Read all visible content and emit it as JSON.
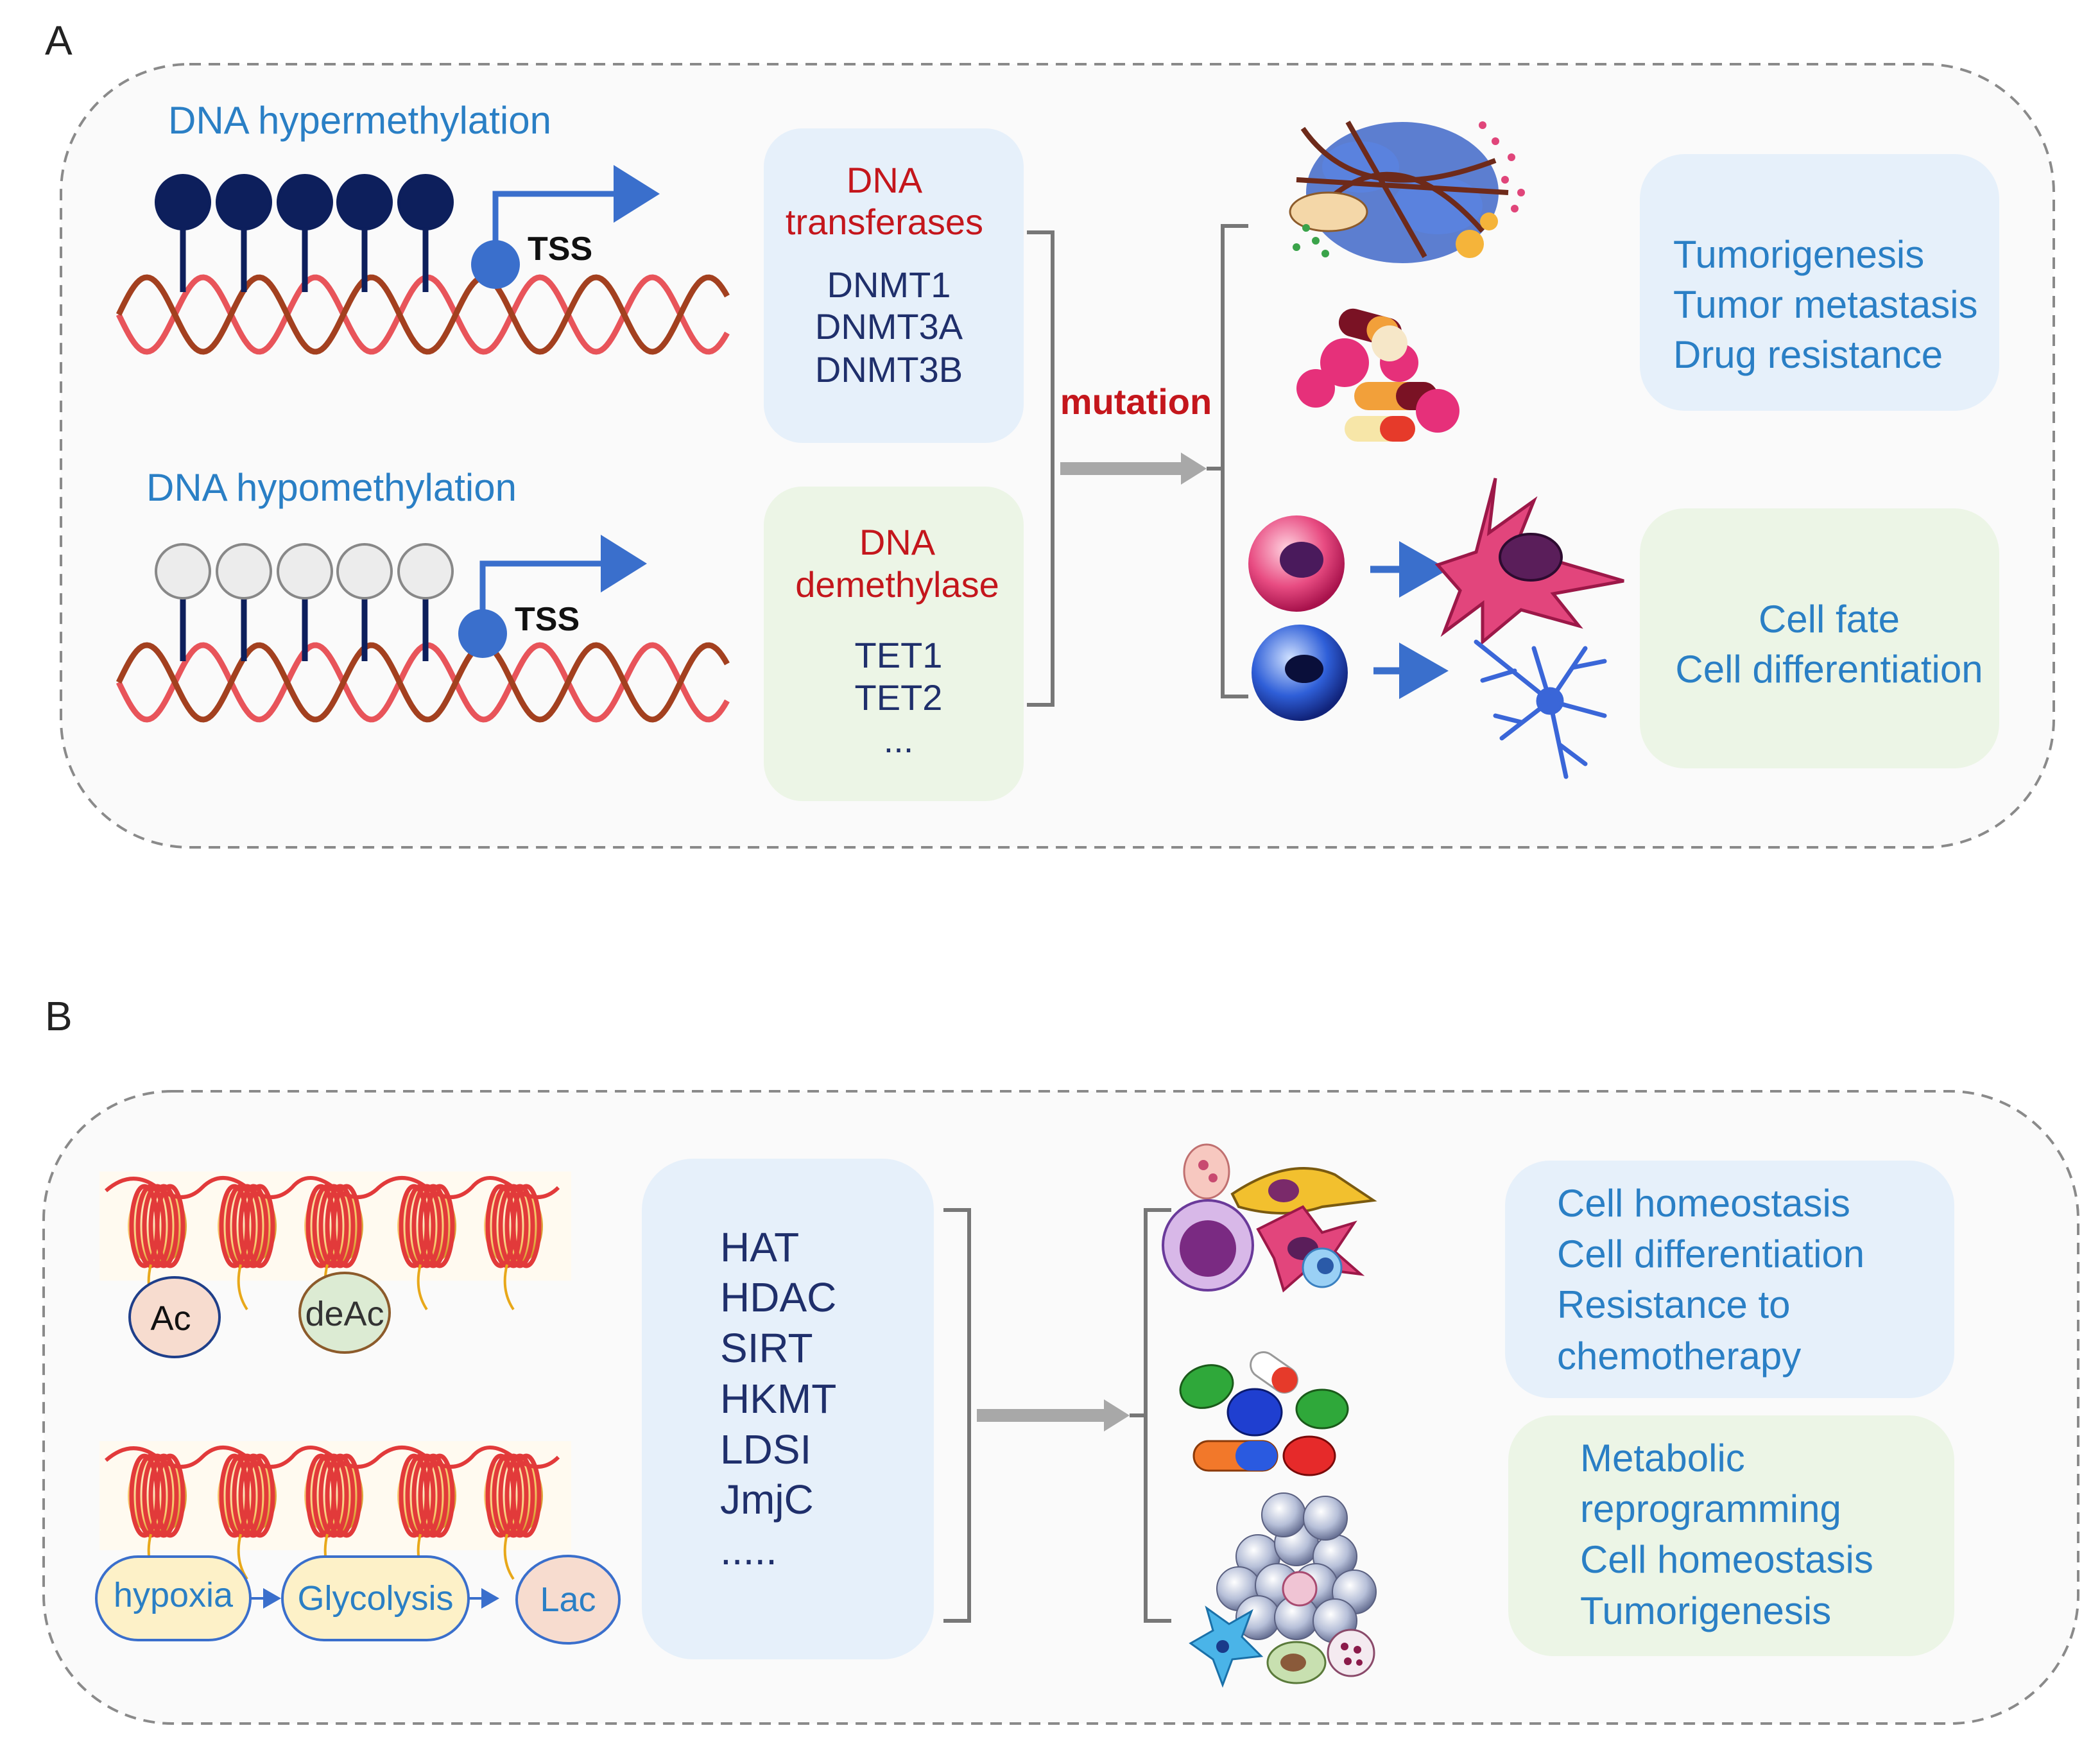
{
  "panel_a": {
    "label": "A",
    "hyper_title": "DNA hypermethylation",
    "hypo_title": "DNA hypomethylation",
    "tss_label": "TSS",
    "transferases": {
      "title_line1": "DNA",
      "title_line2": "transferases",
      "items": [
        "DNMT1",
        "DNMT3A",
        "DNMT3B"
      ]
    },
    "demethylase": {
      "title_line1": "DNA",
      "title_line2": "demethylase",
      "items": [
        "TET1",
        "TET2",
        "..."
      ]
    },
    "mutation_label": "mutation",
    "outcome_top": [
      "Tumorigenesis",
      "Tumor metastasis",
      "Drug resistance"
    ],
    "outcome_bottom": [
      "Cell fate",
      "Cell differentiation"
    ]
  },
  "panel_b": {
    "label": "B",
    "ac_label": "Ac",
    "deac_label": "deAc",
    "pathway": [
      "hypoxia",
      "Glycolysis",
      "Lac"
    ],
    "enzymes": [
      "HAT",
      "HDAC",
      "SIRT",
      "HKMT",
      "LDSI",
      "JmjC",
      "....."
    ],
    "outcome_top": [
      "Cell homeostasis",
      "Cell differentiation",
      "Resistance to",
      "chemotherapy"
    ],
    "outcome_bottom": [
      "Metabolic",
      "reprogramming",
      "Cell homeostasis",
      "Tumorigenesis"
    ]
  },
  "colors": {
    "blue_text": "#2a7fc5",
    "navy_text": "#1f2f6b",
    "red_text": "#c4161c",
    "blue_box": "#e6f0fa",
    "green_box": "#ecf5e6",
    "dna_red": "#e8545a",
    "dna_brown": "#a3401f",
    "arrow_blue": "#3a6fcc",
    "gray_arrow": "#a8a8a8"
  }
}
